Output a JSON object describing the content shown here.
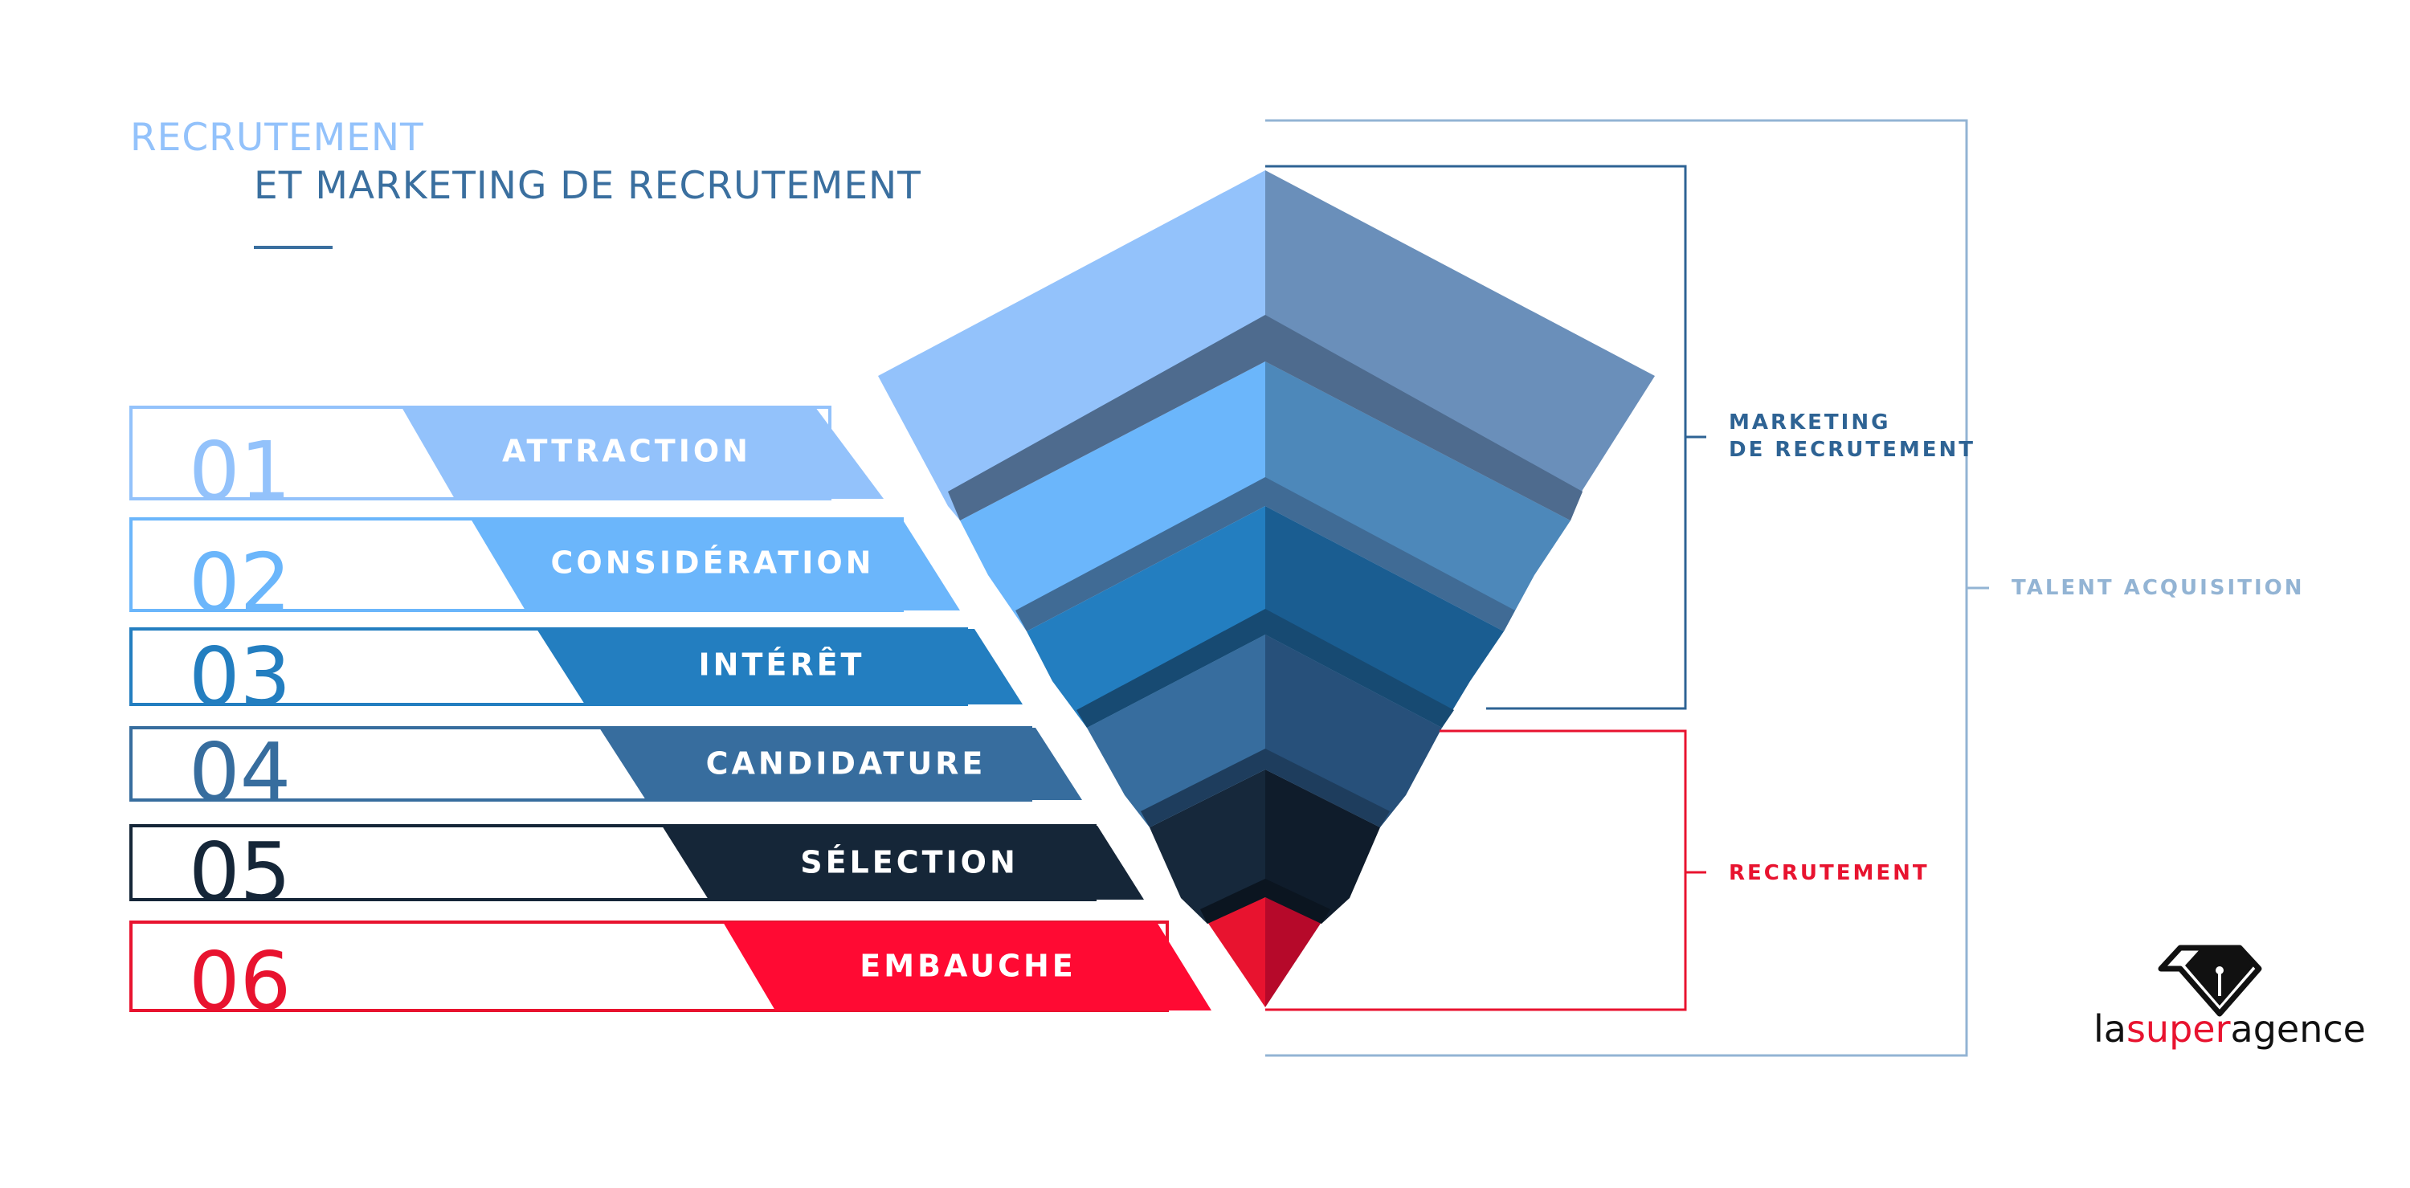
{
  "title": {
    "line1": "RECRUTEMENT",
    "line2": "ET MARKETING DE RECRUTEMENT"
  },
  "stages": [
    {
      "number": "01",
      "label": "ATTRACTION",
      "color": "#93c2fb",
      "num_color": "#93c2fb"
    },
    {
      "number": "02",
      "label": "CONSIDÉRATION",
      "color": "#6bb6fb",
      "num_color": "#6bb6fb"
    },
    {
      "number": "03",
      "label": "INTÉRÊT",
      "color": "#237ec0",
      "num_color": "#237ec0"
    },
    {
      "number": "04",
      "label": "CANDIDATURE",
      "color": "#376d9e",
      "num_color": "#376d9e"
    },
    {
      "number": "05",
      "label": "SÉLECTION",
      "color": "#152638",
      "num_color": "#152638"
    },
    {
      "number": "06",
      "label": "EMBAUCHE",
      "color": "#ff0a33",
      "num_color": "#e8132f"
    }
  ],
  "brackets": {
    "marketing": {
      "line1": "MARKETING",
      "line2": "DE RECRUTEMENT",
      "color": "#2e6394"
    },
    "recrutement": {
      "label": "RECRUTEMENT",
      "color": "#e8132f"
    },
    "talent": {
      "label": "TALENT ACQUISITION",
      "color": "#93b4d4"
    }
  },
  "logo": {
    "pre": "la",
    "accent": "super",
    "post": "agence"
  }
}
